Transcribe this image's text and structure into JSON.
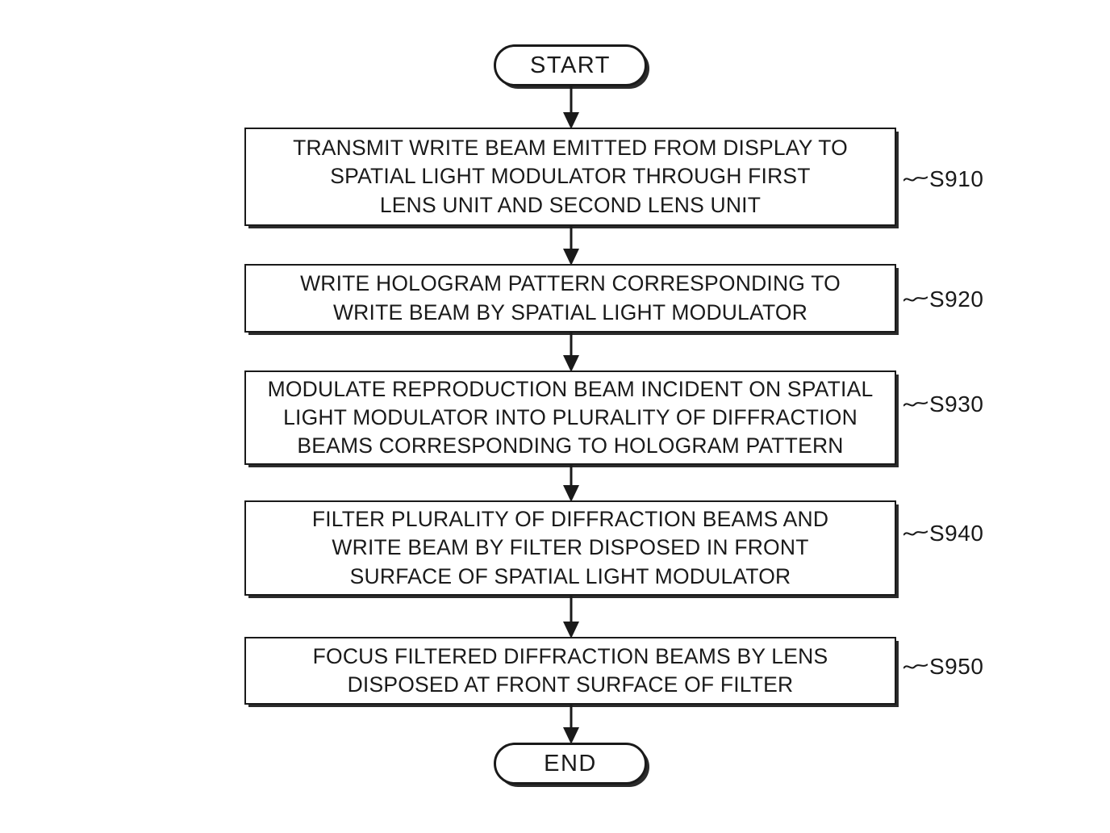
{
  "figure": {
    "type": "flowchart",
    "orientation": "vertical",
    "background_color": "#ffffff",
    "line_color": "#1a1a1a"
  },
  "terminators": {
    "start": {
      "label": "START",
      "shape": "stadium"
    },
    "end": {
      "label": "END",
      "shape": "stadium"
    }
  },
  "steps": [
    {
      "ref": "S910",
      "text": "TRANSMIT WRITE BEAM EMITTED FROM DISPLAY TO\nSPATIAL LIGHT MODULATOR THROUGH FIRST\nLENS UNIT AND SECOND LENS UNIT"
    },
    {
      "ref": "S920",
      "text": "WRITE HOLOGRAM PATTERN CORRESPONDING TO\nWRITE BEAM BY SPATIAL LIGHT MODULATOR"
    },
    {
      "ref": "S930",
      "text": "MODULATE REPRODUCTION BEAM INCIDENT ON SPATIAL\nLIGHT MODULATOR INTO PLURALITY OF DIFFRACTION\nBEAMS CORRESPONDING TO HOLOGRAM PATTERN"
    },
    {
      "ref": "S940",
      "text": "FILTER PLURALITY OF DIFFRACTION BEAMS AND\nWRITE BEAM BY FILTER DISPOSED IN FRONT\nSURFACE OF SPATIAL LIGHT MODULATOR"
    },
    {
      "ref": "S950",
      "text": "FOCUS FILTERED DIFFRACTION BEAMS BY LENS\nDISPOSED AT FRONT SURFACE OF FILTER"
    }
  ],
  "connectors": [
    {
      "from": "start",
      "to": "S910",
      "arrow": "down"
    },
    {
      "from": "S910",
      "to": "S920",
      "arrow": "down"
    },
    {
      "from": "S920",
      "to": "S930",
      "arrow": "down"
    },
    {
      "from": "S930",
      "to": "S940",
      "arrow": "down"
    },
    {
      "from": "S940",
      "to": "S950",
      "arrow": "down"
    },
    {
      "from": "S950",
      "to": "end",
      "arrow": "down"
    }
  ]
}
